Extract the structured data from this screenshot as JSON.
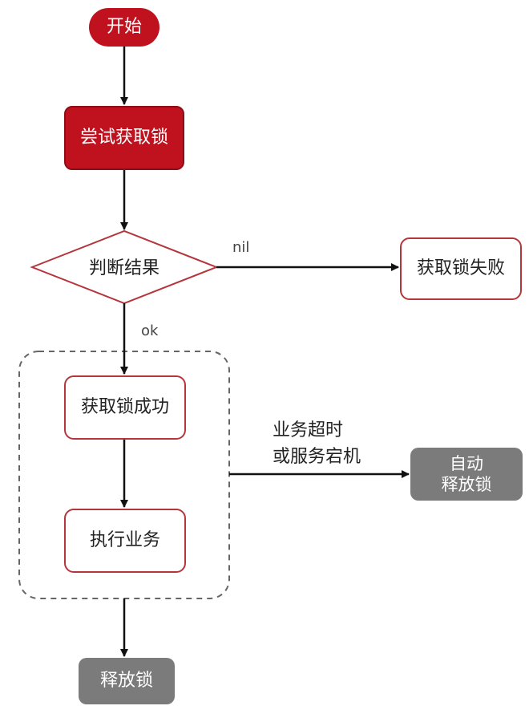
{
  "nodes": {
    "start": "开始",
    "try_acquire": "尝试获取锁",
    "judge": "判断结果",
    "fail": "获取锁失败",
    "success": "获取锁成功",
    "execute": "执行业务",
    "auto_release_line1": "自动",
    "auto_release_line2": "释放锁",
    "release": "释放锁"
  },
  "edges": {
    "nil": "nil",
    "ok": "ok",
    "timeout_line1": "业务超时",
    "timeout_line2": "或服务宕机"
  },
  "colors": {
    "primary_red": "#c0121e",
    "outline_red": "#b4363c",
    "gray_box": "#7b7b7b",
    "line": "#111111",
    "dashed": "#666666"
  }
}
